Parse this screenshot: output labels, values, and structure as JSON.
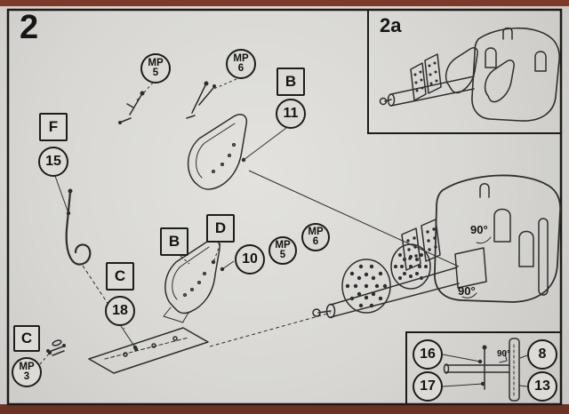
{
  "colors": {
    "paper": "#dcdbd6",
    "ink": "#1d1d1d",
    "scan_edge": "#7d3a2b"
  },
  "page": {
    "step_label": "2",
    "inset_label": "2a"
  },
  "callouts": {
    "mp5_top": {
      "line1": "MP",
      "line2": "5"
    },
    "mp6_top": {
      "line1": "MP",
      "line2": "6"
    },
    "b_top": {
      "label": "B"
    },
    "num11": {
      "label": "11"
    },
    "f_left": {
      "label": "F"
    },
    "num15": {
      "label": "15"
    },
    "b_mid": {
      "label": "B"
    },
    "d_mid": {
      "label": "D"
    },
    "num10": {
      "label": "10"
    },
    "mp5_mid": {
      "line1": "MP",
      "line2": "5"
    },
    "mp6_mid": {
      "line1": "MP",
      "line2": "6"
    },
    "c_mid": {
      "label": "C"
    },
    "num18": {
      "label": "18"
    },
    "c_bottom": {
      "label": "C"
    },
    "mp3": {
      "line1": "MP",
      "line2": "3"
    },
    "num16": {
      "label": "16"
    },
    "num17": {
      "label": "17"
    },
    "num8": {
      "label": "8"
    },
    "num13": {
      "label": "13"
    }
  },
  "angles": {
    "bulkhead_upper": "90°",
    "bulkhead_lower": "90°",
    "inset_detail": "90°"
  }
}
